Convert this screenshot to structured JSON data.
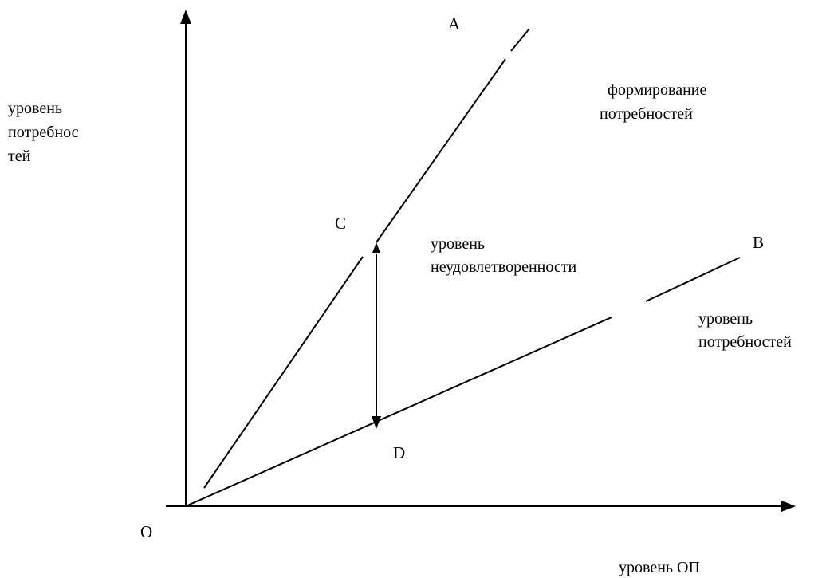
{
  "points": {
    "a": "A",
    "b": "B",
    "c": "C",
    "d": "D",
    "o": "O"
  },
  "y_axis_label": [
    "уровень",
    "потребнос",
    "тей"
  ],
  "x_axis_label": "уровень ОП",
  "region_formation": [
    "формирование",
    "потребностей"
  ],
  "region_dissatisfaction": [
    "уровень",
    "неудовлетворенности"
  ],
  "line_needs_level": [
    "уровень",
    "потребностей"
  ],
  "colors": {
    "ink": "#000000",
    "background": "#ffffff"
  }
}
